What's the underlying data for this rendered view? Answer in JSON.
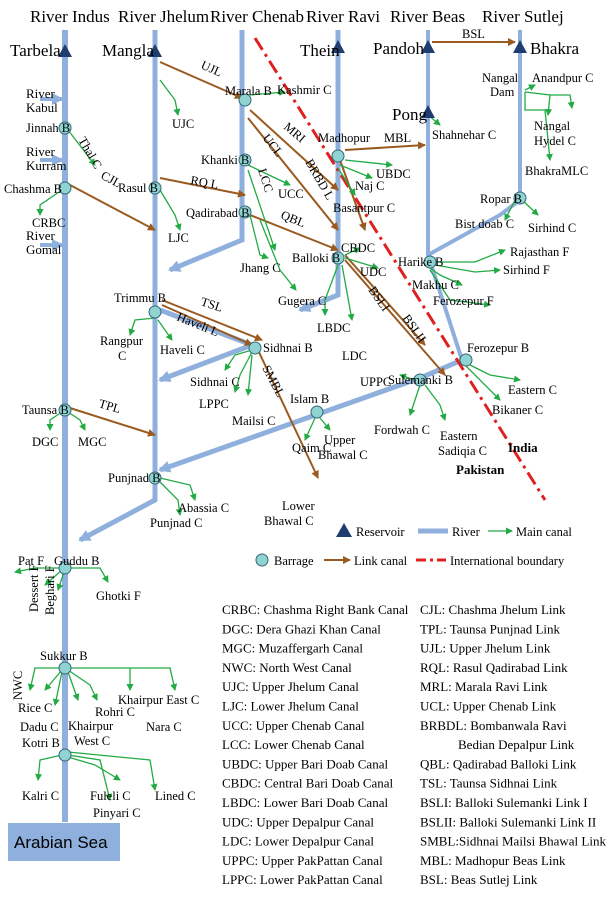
{
  "rivers": {
    "indus": "River Indus",
    "jhelum": "River Jhelum",
    "chenab": "River Chenab",
    "ravi": "River Ravi",
    "beas": "River Beas",
    "sutlej": "River Sutlej",
    "kabul": "River Kabul",
    "kurram": "River Kurram",
    "gomal": "River Gomal"
  },
  "reservoirs": {
    "tarbela": "Tarbela",
    "mangla": "Mangla",
    "thein": "Thein",
    "pandoh": "Pandoh",
    "bhakra": "Bhakra",
    "pong": "Pong"
  },
  "barrages": {
    "jinnah": "Jinnah B",
    "chashma": "Chashma B",
    "rasul": "Rasul B",
    "marala": "Marala B",
    "khanki": "Khanki B",
    "qadirabad": "Qadirabad B",
    "madhopur": "Madhopur",
    "nangal": "Nangal Dam",
    "ropar": "Ropar B",
    "balloki": "Balloki B",
    "harike": "Harike B",
    "trimmu": "Trimmu B",
    "sidhnai": "Sidhnai B",
    "islam": "Islam B",
    "sulemanki": "Sulemanki B",
    "ferozepur": "Ferozepur B",
    "taunsa": "Taunsa B",
    "punjnad": "Punjnad B",
    "guddu": "Guddu B",
    "sukkur": "Sukkur B",
    "kotri": "Kotri B"
  },
  "canals": {
    "thal": "Thal C",
    "crbc": "CRBC",
    "ujc": "UJC",
    "ljc": "LJC",
    "kashmir": "Kashmir C",
    "ucc": "UCC",
    "jhang": "Jhang C",
    "gugera": "Gugera C",
    "ubdc": "UBDC",
    "naj": "Naj C",
    "basantpur": "Basantpur C",
    "shahnehar": "Shahnehar C",
    "anandpur": "Anandpur C",
    "nangal_hydel": "Nangal Hydel C",
    "bhakra_mlc": "BhakraMLC",
    "bist_doab": "Bist doab C",
    "sirhind": "Sirhind C",
    "rajasthan": "Rajasthan F",
    "sirhind_f": "Sirhind F",
    "makhu": "Makhu C",
    "ferozepur_f": "Ferozepur F",
    "cbdc": "CBDC",
    "udc": "UDC",
    "lbdc": "LBDC",
    "ldc": "LDC",
    "uppc": "UPPC",
    "rangpur": "Rangpur C",
    "haveli": "Haveli C",
    "sidhnai": "Sidhnai C",
    "lppc": "LPPC",
    "mailsi": "Mailsi C",
    "qaim": "Qaim C",
    "upper_bhawal": "Upper Bhawal C",
    "lower_bhawal": "Lower Bhawal C",
    "fordwah": "Fordwah C",
    "eastern_sadiqia": "Eastern Sadiqia C",
    "eastern": "Eastern C",
    "bikaner": "Bikaner C",
    "dgc": "DGC",
    "mgc": "MGC",
    "abassia": "Abassia C",
    "punjnad": "Punjnad C",
    "pat": "Pat F",
    "dessert": "Dessert F",
    "beghari": "Beghari F",
    "ghotki": "Ghotki F",
    "nwc": "NWC",
    "rice": "Rice C",
    "dadu": "Dadu C",
    "khairpur_west": "Khairpur West C",
    "rohri": "Rohri C",
    "khairpur_east": "Khairpur East C",
    "nara": "Nara C",
    "kalri": "Kalri C",
    "fuleli": "Fuleli C",
    "pinyari": "Pinyari C",
    "lined": "Lined C"
  },
  "links": {
    "ujl": "UJL",
    "mri": "MRI",
    "ucl": "UCL",
    "brbd": "BRBD L",
    "lcc": "LCC",
    "rql": "RQ L",
    "qbl": "QBL",
    "cjl": "CJL",
    "mbl": "MBL",
    "bsl": "BSL",
    "bsli": "BSLI",
    "bslii": "BSLII",
    "tsl": "TSL",
    "haveli": "Haveli L",
    "smbl": "SMBL",
    "tpl": "TPL"
  },
  "boundary": {
    "india": "India",
    "pakistan": "Pakistan"
  },
  "sea": "Arabian Sea",
  "legend": {
    "reservoir": "Reservoir",
    "river": "River",
    "main_canal": "Main canal",
    "barrage": "Barrage",
    "link_canal": "Link canal",
    "boundary": "International boundary"
  },
  "abbreviations_left": [
    "CRBC: Chashma Right Bank Canal",
    "DGC: Dera Ghazi Khan Canal",
    "MGC: Muzaffergarh Canal",
    "NWC: North West Canal",
    "UJC: Upper Jhelum Canal",
    "LJC: Lower Jhelum Canal",
    "UCC: Upper Chenab Canal",
    "LCC: Lower Chenab Canal",
    "UBDC: Upper Bari Doab Canal",
    "CBDC: Central Bari Doab Canal",
    "LBDC: Lower Bari Doab Canal",
    "UDC: Upper Depalpur Canal",
    "LDC: Lower Depalpur Canal",
    "UPPC: Upper PakPattan Canal",
    "LPPC: Lower PakPattan Canal"
  ],
  "abbreviations_right": [
    "CJL: Chashma Jhelum Link",
    "TPL: Taunsa Punjnad Link",
    "UJL: Upper Jhelum Link",
    "RQL: Rasul Qadirabad Link",
    "MRL: Marala Ravi Link",
    "UCL: Upper Chenab Link",
    "BRBDL: Bombanwala Ravi",
    "Bedian Depalpur Link",
    "QBL: Qadirabad Balloki Link",
    "TSL: Taunsa Sidhnai Link",
    "BSLI: Balloki Sulemanki Link I",
    "BSLII: Balloki Sulemanki Link II",
    "SMBL:Sidhnai Mailsi Bhawal Link",
    "MBL: Madhopur Beas Link",
    "BSL: Beas Sutlej Link"
  ],
  "colors": {
    "river": "#8fb0dc",
    "canal": "#22aa44",
    "link": "#9a5a20",
    "barrage": "#8fd3d3",
    "reservoir": "#1f3d6e",
    "boundary": "#e02020"
  }
}
